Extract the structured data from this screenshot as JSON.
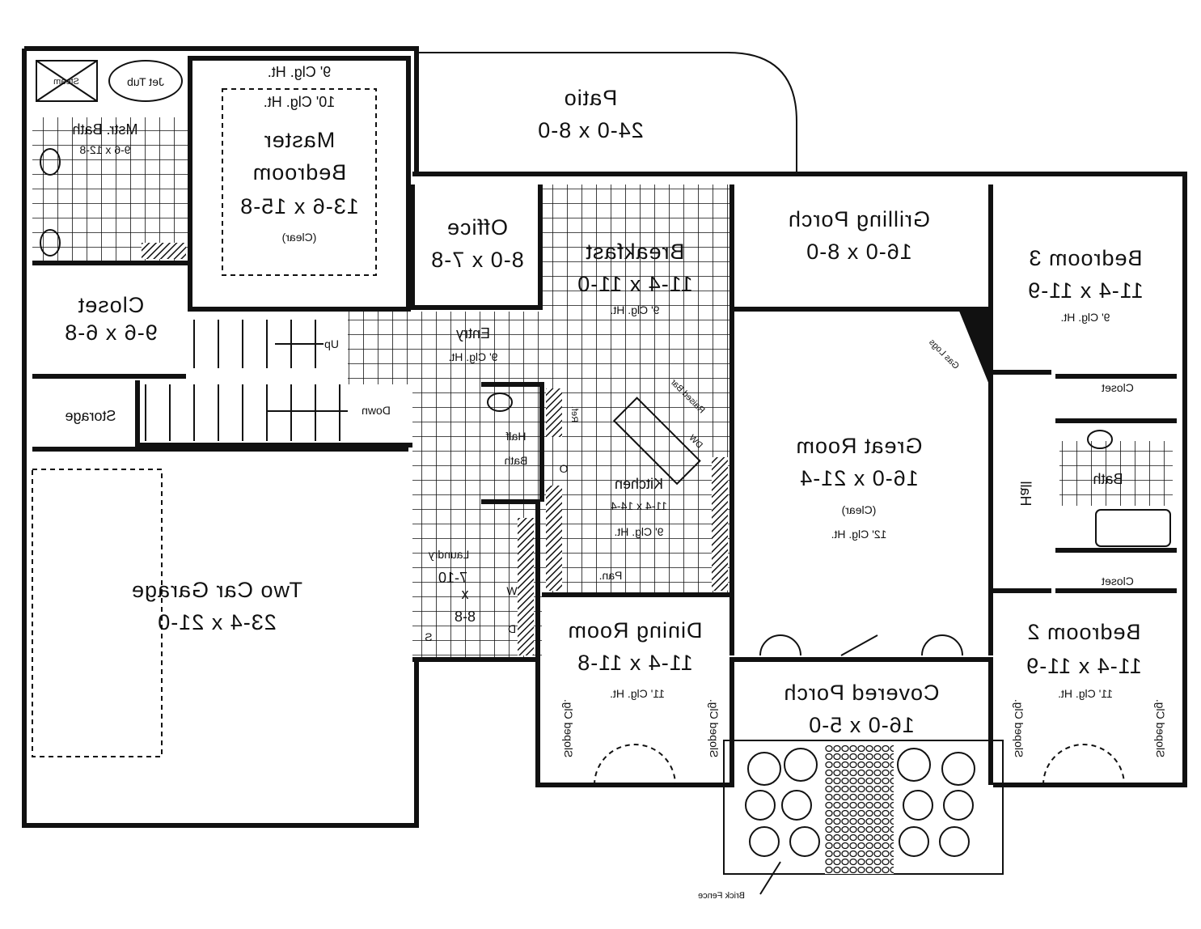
{
  "plan": {
    "colors": {
      "ink": "#111111",
      "paper": "#ffffff"
    },
    "mirrored": true,
    "rooms": {
      "master_bath": {
        "name": "Mstr. Bath",
        "size": "9-6 x 12-8"
      },
      "steam": "Steam",
      "jet_tub": "Jet Tub",
      "master_bedroom": {
        "name1": "Master",
        "name2": "Bedroom",
        "size": "13-6 x 15-8",
        "note": "(Clear)",
        "ceiling1": "9' Clg. Ht.",
        "ceiling2": "10' Clg. Ht."
      },
      "closet": {
        "name": "Closet",
        "size": "9-6 x 6-8"
      },
      "patio": {
        "name": "Patio",
        "size": "24-0 x 8-0"
      },
      "office": {
        "name": "Office",
        "size": "8-0 x 7-8"
      },
      "breakfast": {
        "name": "Breakfast",
        "size": "11-4 x 11-0",
        "ceiling": "9' Clg. Ht."
      },
      "grilling_porch": {
        "name": "Grilling Porch",
        "size": "16-0 x 8-0"
      },
      "bedroom3": {
        "name": "Bedroom 3",
        "size": "11-4 x 11-9",
        "ceiling": "9' Clg. Ht."
      },
      "entry": {
        "name": "Entry",
        "ceiling": "9' Clg. Ht."
      },
      "stairs": {
        "up": "Up",
        "down": "Down"
      },
      "storage": "Storage",
      "half_bath": {
        "name1": "Half",
        "name2": "Bath"
      },
      "ref": "Ref.",
      "oven": "O",
      "raised_bar": "Raised Bar",
      "dw": "DW",
      "kitchen": {
        "name": "Kitchen",
        "size": "11-4 x 14-4",
        "ceiling": "9' Clg. Ht."
      },
      "pantry": "Pan.",
      "great_room": {
        "name": "Great Room",
        "size": "16-0 x 21-4",
        "note": "(Clear)",
        "ceiling": "12' Clg. Ht."
      },
      "gas_logs": "Gas Logs",
      "hall": "Hall",
      "bath": "Bath",
      "closet_upper": "Closet",
      "closet_lower": "Closet",
      "laundry": {
        "name": "Laundry",
        "size1": "7-10",
        "size2": "x",
        "size3": "8-8",
        "washer": "W",
        "dryer": "D",
        "sink": "S"
      },
      "garage": {
        "name": "Two Car Garage",
        "size": "23-4 x 21-0"
      },
      "dining_room": {
        "name": "Dining Room",
        "size": "11-4 x 11-8",
        "ceiling": "11' Clg. Ht.",
        "sloped_left": "Sloped Clg.",
        "sloped_right": "Sloped Clg."
      },
      "covered_porch": {
        "name": "Covered Porch",
        "size": "16-0 x 5-0"
      },
      "bedroom2": {
        "name": "Bedroom 2",
        "size": "11-4 x 11-9",
        "ceiling": "11' Clg. Ht.",
        "sloped_left": "Sloped Clg.",
        "sloped_right": "Sloped Clg."
      },
      "brick_fence": "Brick Fence"
    }
  }
}
